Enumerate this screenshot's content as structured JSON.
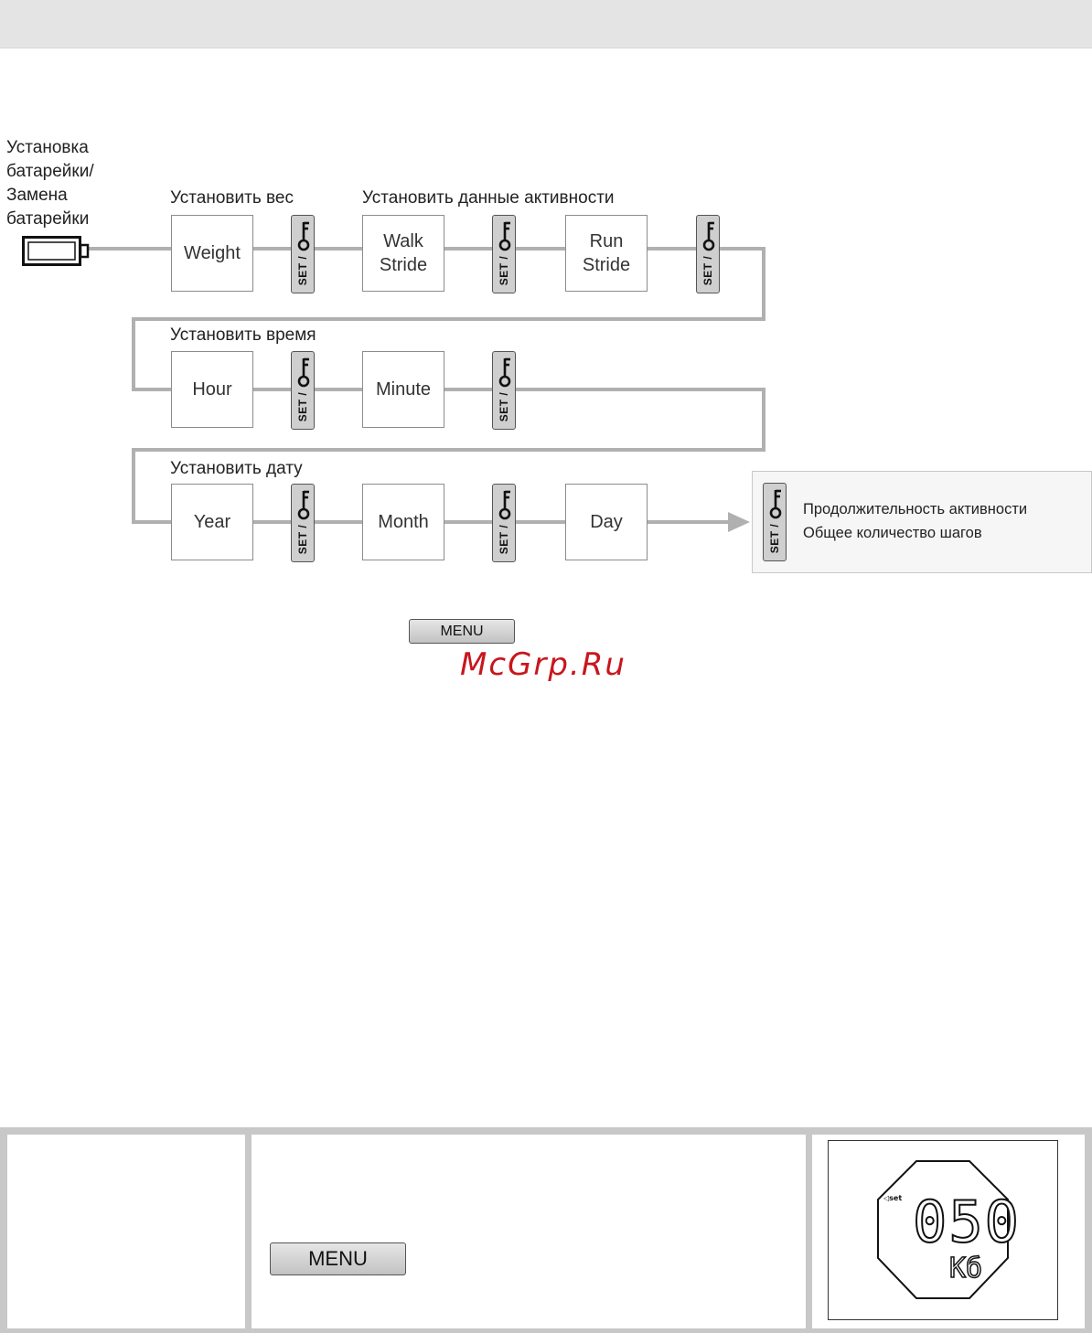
{
  "labels": {
    "battery": [
      "Установка",
      "батарейки/",
      "Замена",
      "батарейки"
    ],
    "set_weight": "Установить вес",
    "set_activity": "Установить данные активности",
    "set_time": "Установить время",
    "set_date": "Установить дату"
  },
  "steps": {
    "weight": "Weight",
    "walk_stride": "Walk\nStride",
    "run_stride": "Run\nStride",
    "hour": "Hour",
    "minute": "Minute",
    "year": "Year",
    "month": "Month",
    "day": "Day"
  },
  "key_label": "SET /",
  "result": {
    "line1": "Продолжительность активности",
    "line2": "Общее количество шагов"
  },
  "menu_label": "MENU",
  "watermark": "McGrp.Ru",
  "display": {
    "indicator": "set",
    "value": "050",
    "unit": "Кб"
  },
  "colors": {
    "connector": "#b0b0b0",
    "watermark": "#c8161d",
    "key_fill": "#cfcfcf"
  }
}
